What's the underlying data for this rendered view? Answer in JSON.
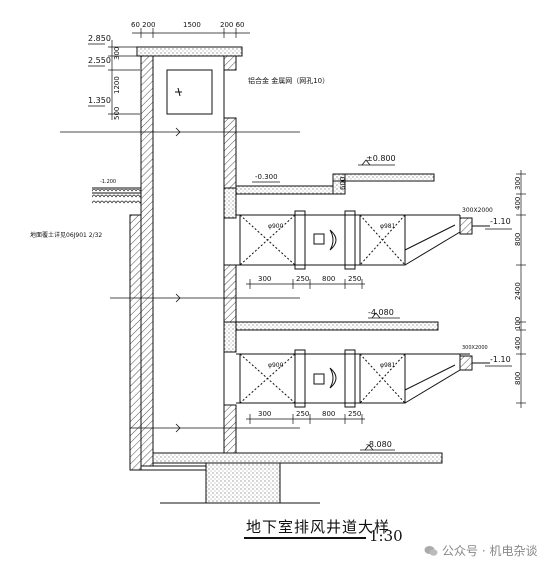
{
  "dims": {
    "top_left": "60 200",
    "top_mid": "1500",
    "top_right": "200 60",
    "right_1": "300",
    "right_2": "400",
    "right_3": "800",
    "right_4": "2400",
    "right_5": "100",
    "right_6": "400",
    "right_7": "800",
    "bottom_a": "300",
    "bottom_b": "250",
    "bottom_c": "800",
    "bottom_d": "250",
    "step": "600",
    "left_300": "300",
    "left_1200": "1200",
    "left_500": "500"
  },
  "levels": {
    "l2850": "2.850",
    "l2550": "2.550",
    "l1350": "1.350",
    "l0800": "±0.800",
    "l0300": "-0.300",
    "l_ground": "-1.200",
    "l4080": "-4.080",
    "l8080": "-8.080",
    "l110a": "-1.10",
    "l110b": "-1.10"
  },
  "labels": {
    "louver": "铝合金 金属网（网孔10）",
    "side_note": "地面覆土详见06J901 2/32",
    "fan_a": "φ900",
    "fan_b": "φ981",
    "fan_c": "φ900",
    "fan_d": "φ981",
    "duct_size_top": "300X2000",
    "duct_size_bot": "300X2000"
  },
  "title": "地下室排风井道大样",
  "scale": "1:30",
  "watermark": "公众号 · 机电杂谈"
}
